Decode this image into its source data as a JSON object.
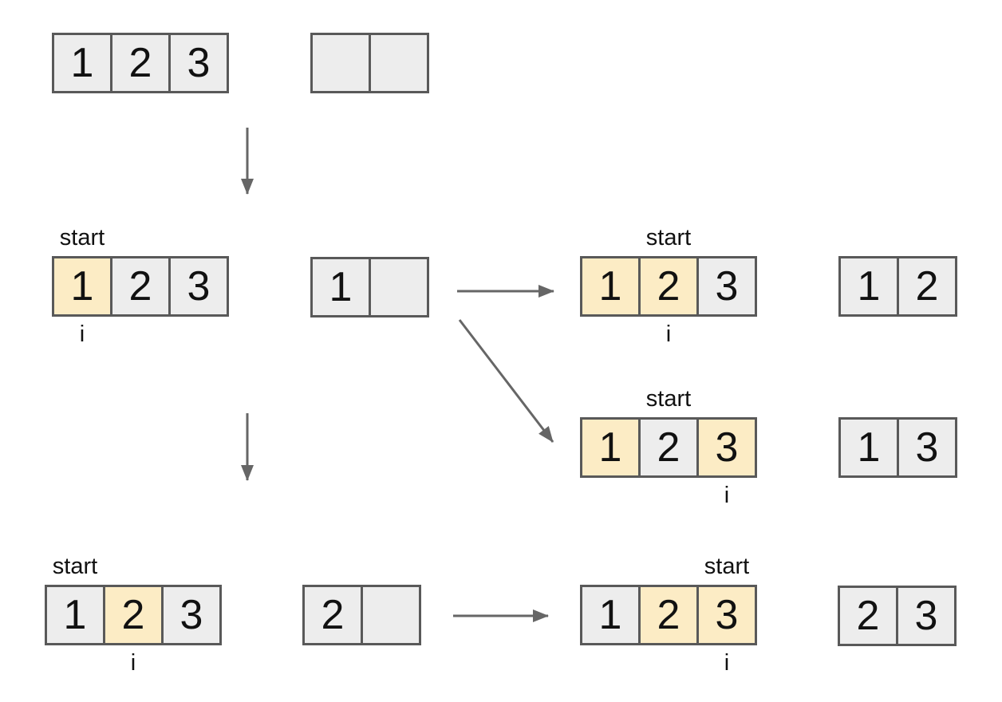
{
  "colors": {
    "background": "#ffffff",
    "cell_fill": "#ededed",
    "cell_highlight": "#fcecc5",
    "cell_border": "#595959",
    "arrow": "#666666",
    "text": "#111111"
  },
  "arrays": {
    "top_full": {
      "cells": [
        {
          "value": "1",
          "highlight": false
        },
        {
          "value": "2",
          "highlight": false
        },
        {
          "value": "3",
          "highlight": false
        }
      ]
    },
    "top_slots": {
      "cells": [
        {
          "value": "",
          "highlight": false
        },
        {
          "value": "",
          "highlight": false
        }
      ]
    },
    "mid_full": {
      "start_label": "start",
      "pointer_label": "i",
      "cells": [
        {
          "value": "1",
          "highlight": true
        },
        {
          "value": "2",
          "highlight": false
        },
        {
          "value": "3",
          "highlight": false
        }
      ]
    },
    "mid_slots": {
      "cells": [
        {
          "value": "1",
          "highlight": false
        },
        {
          "value": "",
          "highlight": false
        }
      ]
    },
    "branch_12": {
      "start_label": "start",
      "pointer_label": "i",
      "cells": [
        {
          "value": "1",
          "highlight": true
        },
        {
          "value": "2",
          "highlight": true
        },
        {
          "value": "3",
          "highlight": false
        }
      ]
    },
    "result_12": {
      "cells": [
        {
          "value": "1",
          "highlight": false
        },
        {
          "value": "2",
          "highlight": false
        }
      ]
    },
    "branch_13": {
      "start_label": "start",
      "pointer_label": "i",
      "cells": [
        {
          "value": "1",
          "highlight": true
        },
        {
          "value": "2",
          "highlight": false
        },
        {
          "value": "3",
          "highlight": true
        }
      ]
    },
    "result_13": {
      "cells": [
        {
          "value": "1",
          "highlight": false
        },
        {
          "value": "3",
          "highlight": false
        }
      ]
    },
    "bottom_full": {
      "start_label": "start",
      "pointer_label": "i",
      "cells": [
        {
          "value": "1",
          "highlight": false
        },
        {
          "value": "2",
          "highlight": true
        },
        {
          "value": "3",
          "highlight": false
        }
      ]
    },
    "bottom_slots": {
      "cells": [
        {
          "value": "2",
          "highlight": false
        },
        {
          "value": "",
          "highlight": false
        }
      ]
    },
    "branch_23": {
      "start_label": "start",
      "pointer_label": "i",
      "cells": [
        {
          "value": "1",
          "highlight": false
        },
        {
          "value": "2",
          "highlight": true
        },
        {
          "value": "3",
          "highlight": true
        }
      ]
    },
    "result_23": {
      "cells": [
        {
          "value": "2",
          "highlight": false
        },
        {
          "value": "3",
          "highlight": false
        }
      ]
    }
  }
}
